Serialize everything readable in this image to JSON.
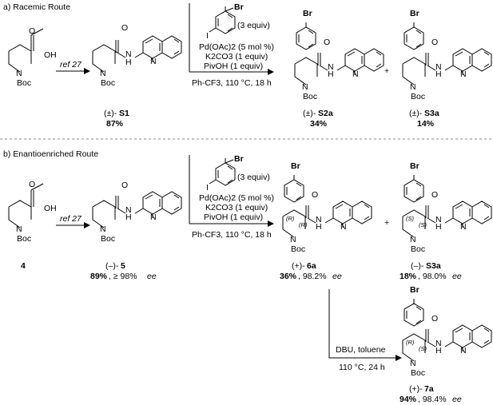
{
  "sections": {
    "racemic_title": "a) Racemic Route",
    "enantio_title": "b) Enantioenriched Route"
  },
  "atoms": {
    "oh": "OH",
    "o": "O",
    "h": "H",
    "n": "N",
    "boc": "Boc",
    "br": "Br",
    "i": "I",
    "plus": "+"
  },
  "racemic": {
    "step1_ref": "ref 27",
    "reagent_equiv": "(3 equiv)",
    "cond1": "Pd(OAc)2 (5 mol %)",
    "cond2": "K2CO3 (1 equiv)",
    "cond3": "PivOH (1 equiv)",
    "cond4": "Ph-CF3, 110 °C, 18 h",
    "s1_label_prefix": "(±)-",
    "s1_label_bold": "S1",
    "s1_yield": "87%",
    "s2a_label_prefix": "(±)-",
    "s2a_label_bold": "S2a",
    "s2a_yield": "34%",
    "s3a_label_prefix": "(±)-",
    "s3a_label_bold": "S3a",
    "s3a_yield": "14%"
  },
  "enantio": {
    "step1_ref": "ref 27",
    "reagent_equiv": "(3 equiv)",
    "cond1": "Pd(OAc)2 (5 mol %)",
    "cond2": "K2CO3 (1 equiv)",
    "cond3": "PivOH (1 equiv)",
    "cond4": "Ph-CF3, 110 °C, 18 h",
    "sm_label": "4",
    "c5_label_prefix": "(–)-",
    "c5_label_bold": "5",
    "c5_yield_bold": "89%",
    "c5_yield_rest": ", ≥ 98% ",
    "c5_ee": "ee",
    "c6a_label_prefix": "(+)-",
    "c6a_label_bold": "6a",
    "c6a_yield_bold": "36%",
    "c6a_yield_rest": ", 98.2% ",
    "c6a_ee": "ee",
    "s3a_label_prefix": "(–)-",
    "s3a_label_bold": "S3a",
    "s3a_yield_bold": "18%",
    "s3a_yield_rest": ", 98.0% ",
    "s3a_ee": "ee",
    "epim_cond1": "DBU, toluene",
    "epim_cond2": "110 °C, 24 h",
    "c7a_label_prefix": "(+)-",
    "c7a_label_bold": "7a",
    "c7a_yield_bold": "94%",
    "c7a_yield_rest": ", 98.4% ",
    "c7a_ee": "ee",
    "stereo_r": "(R)",
    "stereo_s": "(S)"
  }
}
